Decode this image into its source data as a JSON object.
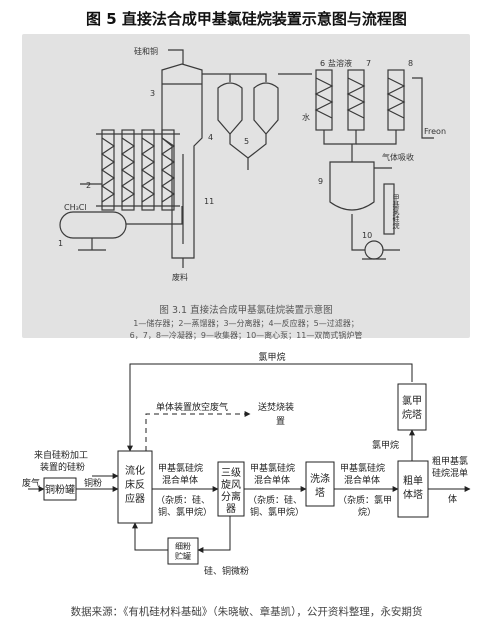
{
  "title": "图 5 直接法合成甲基氯硅烷装置示意图与流程图",
  "schematic": {
    "labels": {
      "gui_he_tong": "硅和铜",
      "yan_shui_ye": "盐溶液",
      "shui": "水",
      "freon": "Freon",
      "qi_ti_xi_shou": "气体吸收",
      "ch3cl": "CH₃Cl",
      "fei_liao": "废料",
      "jia_ji_lv_gui_wan": "甲基氯硅烷"
    },
    "numbers": [
      "1",
      "2",
      "3",
      "4",
      "5",
      "6",
      "7",
      "8",
      "9",
      "10",
      "11"
    ],
    "caption_title": "图 3.1 直接法合成甲基氯硅烷装置示意图",
    "legend_line1": "1—储存器；2—蒸馏器；3—分离器；4—反应器；5—过滤器；",
    "legend_line2": "6，7，8—冷凝器；9—收集器；10—离心泵；11—双筒式锅炉管"
  },
  "flow": {
    "boxes": {
      "tong_fen_guan": "铜粉罐",
      "liu_hua": [
        "流化",
        "床反",
        "应器"
      ],
      "san_ji": [
        "三级",
        "旋风",
        "分离",
        "器"
      ],
      "xi_di": [
        "洗涤",
        "塔"
      ],
      "cu_dan": [
        "粗单",
        "体塔"
      ],
      "lv_jia": [
        "氯甲",
        "烷塔"
      ],
      "xi_fen": [
        "细粉",
        "贮罐"
      ]
    },
    "labels": {
      "lv_jia_wan_top": "氯甲烷",
      "lv_jia_wan_side": "氯甲烷",
      "fang_kong": "单体装置放空废气",
      "song_fen_shao": [
        "送焚烧装",
        "置"
      ],
      "lai_zi": [
        "来自硅粉加工",
        "装置的硅粉"
      ],
      "fei_qi": "废气",
      "tong_fen": "铜粉",
      "mix1": [
        "甲基氯硅烷",
        "混合单体",
        "（杂质：硅、",
        "铜、氯甲烷）"
      ],
      "mix2": [
        "甲基氯硅烷",
        "混合单体",
        "（杂质：硅、",
        "铜、氯甲烷）"
      ],
      "mix3": [
        "甲基氯硅烷",
        "混合单体",
        "（杂质：氯甲",
        "烷）"
      ],
      "out": [
        "粗甲基氯",
        "硅烷混单",
        "体"
      ],
      "gui_tong": "硅、铜微粉"
    }
  },
  "footer": "数据来源：《有机硅材料基础》（朱晓敏、章基凯），公开资料整理，永安期货"
}
